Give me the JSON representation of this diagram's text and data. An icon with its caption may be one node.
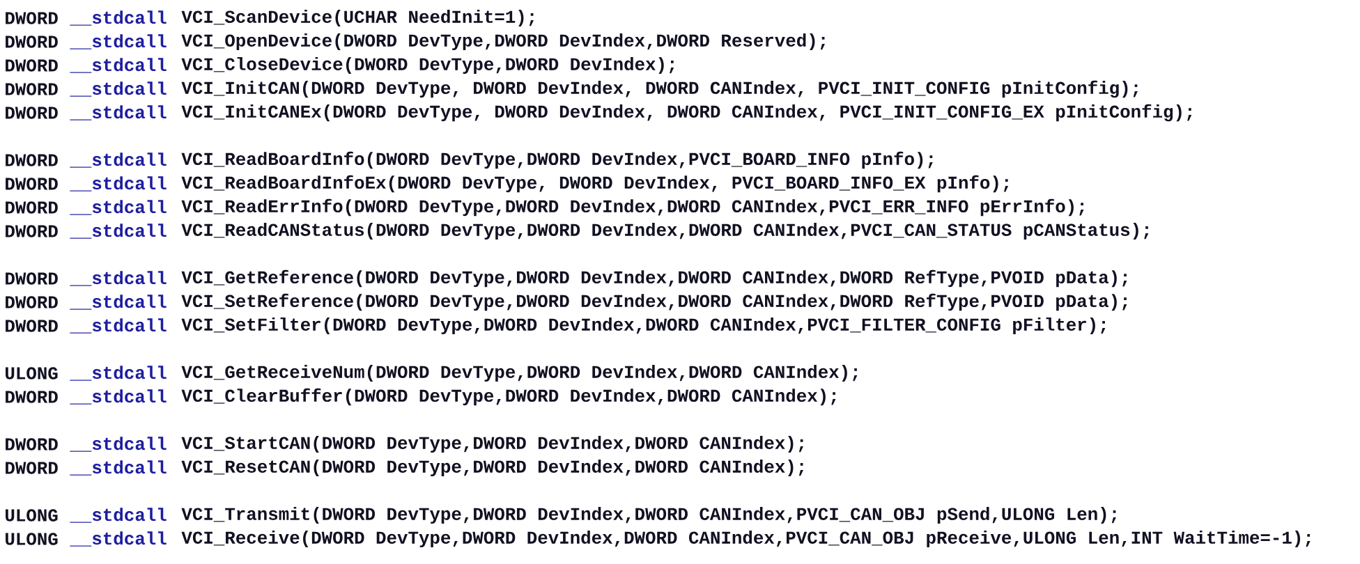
{
  "diagram": {
    "labels": [
      "DWORD",
      "__stdcall",
      "VCI_ScanDevice(UCHAR NeedInit=1);",
      "DWORD",
      "__stdcall",
      "VCI_OpenDevice(DWORD DevType,DWORD DevIndex,DWORD Reserved);",
      "DWORD",
      "__stdcall",
      "VCI_CloseDevice(DWORD DevType,DWORD DevIndex);",
      "DWORD",
      "__stdcall",
      "VCI_InitCAN(DWORD DevType, DWORD DevIndex, DWORD CANIndex, PVCI_INIT_CONFIG pInitConfig);",
      "DWORD",
      "__stdcall",
      "VCI_InitCANEx(DWORD DevType, DWORD DevIndex, DWORD CANIndex, PVCI_INIT_CONFIG_EX pInitConfig);",
      "DWORD",
      "__stdcall",
      "VCI_ReadBoardInfo(DWORD DevType,DWORD DevIndex,PVCI_BOARD_INFO pInfo);",
      "DWORD",
      "__stdcall",
      "VCI_ReadBoardInfoEx(DWORD DevType, DWORD DevIndex, PVCI_BOARD_INFO_EX pInfo);",
      "DWORD",
      "__stdcall",
      "VCI_ReadErrInfo(DWORD DevType,DWORD DevIndex,DWORD CANIndex,PVCI_ERR_INFO pErrInfo);",
      "DWORD",
      "__stdcall",
      "VCI_ReadCANStatus(DWORD DevType,DWORD DevIndex,DWORD CANIndex,PVCI_CAN_STATUS pCANStatus);",
      "DWORD",
      "__stdcall",
      "VCI_GetReference(DWORD DevType,DWORD DevIndex,DWORD CANIndex,DWORD RefType,PVOID pData);",
      "DWORD",
      "__stdcall",
      "VCI_SetReference(DWORD DevType,DWORD DevIndex,DWORD CANIndex,DWORD RefType,PVOID pData);",
      "DWORD",
      "__stdcall",
      "VCI_SetFilter(DWORD DevType,DWORD DevIndex,DWORD CANIndex,PVCI_FILTER_CONFIG pFilter);",
      "ULONG",
      "__stdcall",
      "VCI_GetReceiveNum(DWORD DevType,DWORD DevIndex,DWORD CANIndex);",
      "DWORD",
      "__stdcall",
      "VCI_ClearBuffer(DWORD DevType,DWORD DevIndex,DWORD CANIndex);",
      "DWORD",
      "__stdcall",
      "VCI_StartCAN(DWORD DevType,DWORD DevIndex,DWORD CANIndex);",
      "DWORD",
      "__stdcall",
      "VCI_ResetCAN(DWORD DevType,DWORD DevIndex,DWORD CANIndex);",
      "ULONG",
      "__stdcall",
      "VCI_Transmit(DWORD DevType,DWORD DevIndex,DWORD CANIndex,PVCI_CAN_OBJ pSend,ULONG Len);",
      "ULONG",
      "__stdcall",
      "VCI_Receive(DWORD DevType,DWORD DevIndex,DWORD CANIndex,PVCI_CAN_OBJ pReceive,ULONG Len,INT WaitTime=-1);"
    ]
  }
}
